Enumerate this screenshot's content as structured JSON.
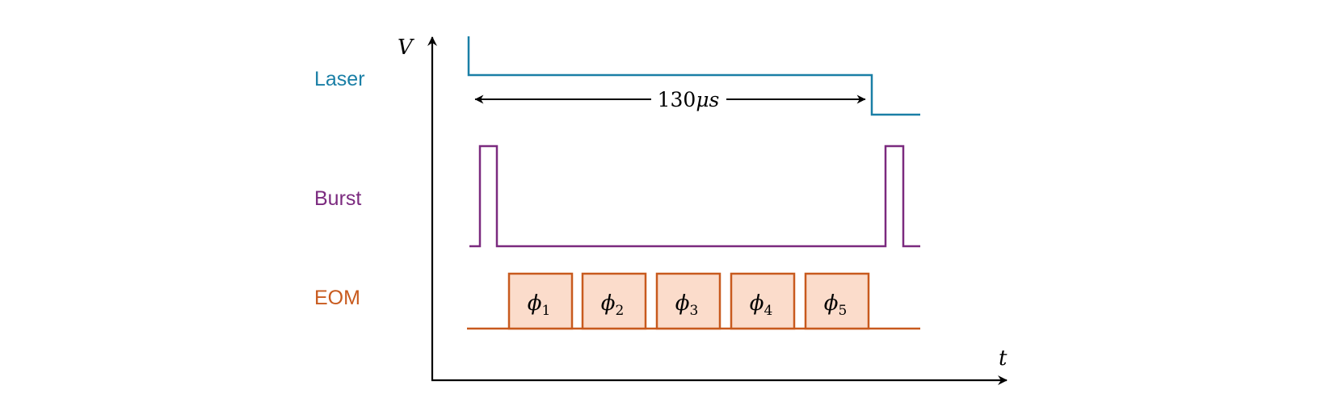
{
  "axes": {
    "y_label": "V",
    "x_label": "t"
  },
  "signals": {
    "laser": {
      "label": "Laser",
      "color": "#1a7fa6"
    },
    "burst": {
      "label": "Burst",
      "color": "#7b2a7f"
    },
    "eom": {
      "label": "EOM",
      "color": "#c85a1e",
      "fill": "#fbdccb"
    }
  },
  "duration_annotation": {
    "value": "130",
    "unit": "μs"
  },
  "phases": [
    {
      "symbol": "ϕ",
      "subscript": "1"
    },
    {
      "symbol": "ϕ",
      "subscript": "2"
    },
    {
      "symbol": "ϕ",
      "subscript": "3"
    },
    {
      "symbol": "ϕ",
      "subscript": "4"
    },
    {
      "symbol": "ϕ",
      "subscript": "5"
    }
  ],
  "colors": {
    "axis": "#000000",
    "arrow": "#000000"
  }
}
